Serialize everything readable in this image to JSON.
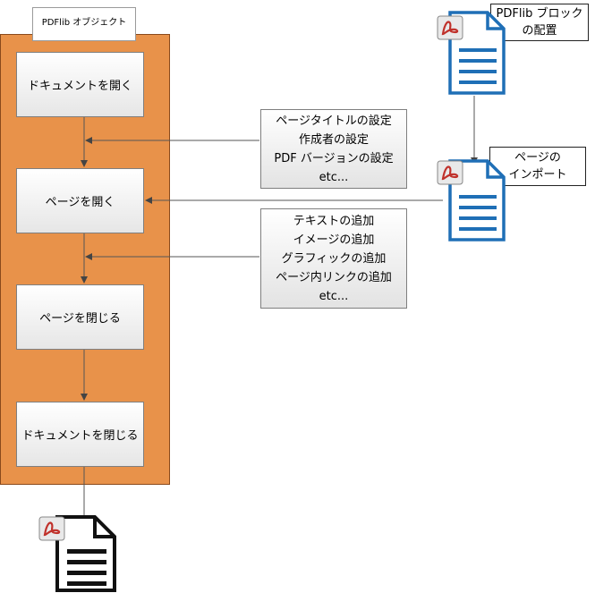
{
  "container": {
    "title": "PDFlib オブジェクト"
  },
  "steps": [
    {
      "label": "ドキュメントを開く"
    },
    {
      "label": "ページを開く"
    },
    {
      "label": "ページを閉じる"
    },
    {
      "label": "ドキュメントを閉じる"
    }
  ],
  "notes": {
    "page_settings": {
      "lines": [
        "ページタイトルの設定",
        "作成者の設定",
        "PDF バージョンの設定",
        "etc..."
      ]
    },
    "content_add": {
      "lines": [
        "テキストの追加",
        "イメージの追加",
        "グラフィックの追加",
        "ページ内リンクの追加",
        "etc..."
      ]
    }
  },
  "labels": {
    "block_placement": {
      "lines": [
        "PDFlib ブロック",
        "の配置"
      ]
    },
    "page_import": {
      "lines": [
        "ページの",
        "インポート"
      ]
    }
  },
  "icons": {
    "output_document": "pdf-document-icon",
    "block_document": "pdf-document-icon",
    "import_document": "pdf-document-icon"
  },
  "colors": {
    "container_fill": "#e8924a",
    "doc_blue": "#1f6fb6",
    "doc_black": "#111111",
    "acrobat_red": "#c0312b"
  }
}
